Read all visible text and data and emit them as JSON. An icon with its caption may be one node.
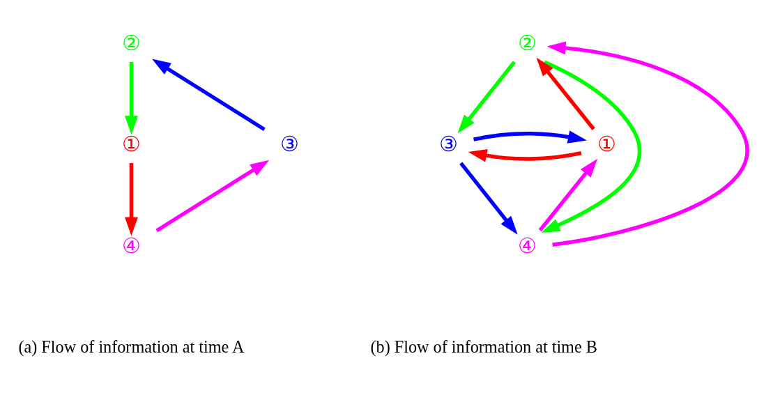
{
  "diagram": {
    "nodes": [
      {
        "text": [
          "②"
        ]
      },
      {
        "text": [
          "③"
        ]
      },
      {
        "text": [
          "①"
        ]
      },
      {
        "text": [
          "④"
        ]
      },
      {
        "text": [
          "②"
        ]
      },
      {
        "text": [
          "③"
        ]
      },
      {
        "text": [
          "①"
        ]
      },
      {
        "text": [
          "④"
        ]
      }
    ],
    "edges": [
      {
        "from": 1,
        "to": 0,
        "arrow": "to",
        "color": "#0000ff"
      },
      {
        "from": 0,
        "to": 2,
        "arrow": "to",
        "color": "#00ff00"
      },
      {
        "from": 2,
        "to": 3,
        "arrow": "to",
        "color": "#ff0000"
      },
      {
        "from": 3,
        "to": 1,
        "arrow": "to",
        "color": "#ff00ff"
      },
      {
        "from": 4,
        "to": 5,
        "arrow": "to",
        "color": "#00ff00"
      },
      {
        "from": 4,
        "to": 7,
        "arrow": "to",
        "color": "#00ff00"
      },
      {
        "from": 6,
        "to": 4,
        "arrow": "to",
        "color": "#ff0000"
      },
      {
        "from": 6,
        "to": 5,
        "arrow": "to",
        "color": "#ff0000"
      },
      {
        "from": 5,
        "to": 6,
        "arrow": "to",
        "color": "#0000ff"
      },
      {
        "from": 5,
        "to": 7,
        "arrow": "to",
        "color": "#0000ff"
      },
      {
        "from": 7,
        "to": 4,
        "arrow": "to",
        "color": "#ff00ff"
      },
      {
        "from": 7,
        "to": 6,
        "arrow": "to",
        "color": "#ff00ff"
      }
    ],
    "labels": [
      "(a) Flow of information at time A",
      "(b) Flow of information at time B"
    ]
  }
}
